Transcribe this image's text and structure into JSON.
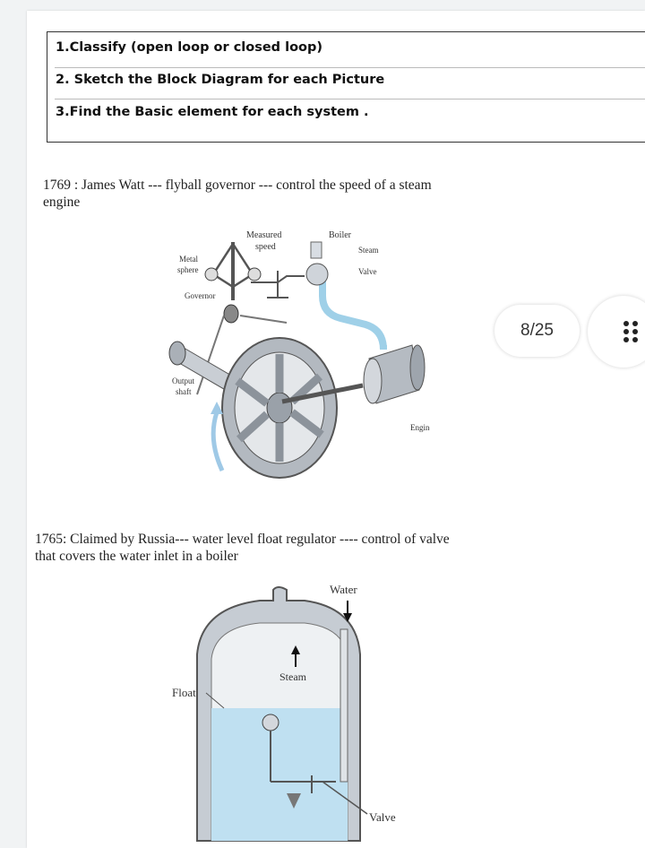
{
  "tasks": [
    "1.Classify (open loop or closed loop)",
    "2. Sketch the Block Diagram for each Picture",
    "3.Find the Basic element for each system ."
  ],
  "section1": {
    "caption_line1": "1769 : James Watt --- flyball governor --- control the speed of a steam",
    "caption_line2": "engine",
    "labels": {
      "measured": "Measured",
      "speed": "speed",
      "boiler": "Boiler",
      "steam": "Steam",
      "valve": "Valve",
      "metal": "Metal",
      "sphere": "sphere",
      "governor": "Governor",
      "output": "Output",
      "shaft": "shaft",
      "engine": "Engine"
    }
  },
  "section2": {
    "caption_line1": "1765: Claimed by Russia--- water level float regulator ---- control of valve",
    "caption_line2": "that covers the water inlet in a boiler",
    "labels": {
      "water": "Water",
      "steam": "Steam",
      "float": "Float",
      "valve": "Valve"
    }
  },
  "viewer": {
    "page_indicator": "8/25"
  }
}
